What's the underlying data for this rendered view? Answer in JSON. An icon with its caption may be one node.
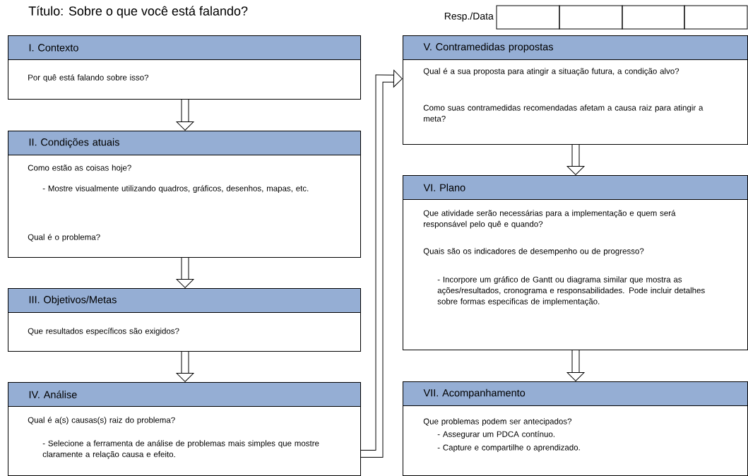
{
  "diagram": {
    "title": "Título: Sobre o que você está falando?",
    "nodes": [
      {
        "text": [
          "I. Contexto",
          "Por quê está falando sobre isso?"
        ]
      },
      {
        "text": [
          "II. Condições atuais",
          "Como estão as coisas hoje?",
          "- Mostre visualmente utilizando quadros, gráficos, desenhos, mapas, etc.",
          "Qual é o problema?"
        ]
      },
      {
        "text": [
          "III. Objetivos/Metas",
          "Que resultados específicos são exigidos?"
        ]
      },
      {
        "text": [
          "IV. Análise",
          "Qual é a(s) causas(s) raiz do problema?",
          "- Selecione a ferramenta de análise de problemas mais simples que mostre claramente a relação causa e efeito."
        ]
      },
      {
        "text": [
          "V. Contramedidas propostas",
          "Qual é a sua proposta para atingir a situação futura, a condição alvo?",
          "Como suas contramedidas recomendadas afetam a causa raiz para atingir a meta?"
        ]
      },
      {
        "text": [
          "VI. Plano",
          "Que atividade serão necessárias para a implementação e quem será responsável pelo quê e quando?",
          "Quais são os indicadores de desempenho ou de progresso?",
          "- Incorpore um gráfico de Gantt ou diagrama similar que mostra as ações/resultados, cronograma e responsabilidades. Pode incluir detalhes sobre formas especificas de implementação."
        ]
      },
      {
        "text": [
          "VII. Acompanhamento",
          "Que problemas podem ser antecipados?",
          "- Assegurar um PDCA contínuo.",
          "- Capture e compartilhe o aprendizado."
        ]
      }
    ],
    "edges": [
      {
        "from": 0,
        "to": 1,
        "arrow": "to"
      },
      {
        "from": 1,
        "to": 2,
        "arrow": "to"
      },
      {
        "from": 2,
        "to": 3,
        "arrow": "to"
      },
      {
        "from": 3,
        "to": 4,
        "arrow": "to"
      },
      {
        "from": 4,
        "to": 5,
        "arrow": "to"
      },
      {
        "from": 5,
        "to": 6,
        "arrow": "to"
      }
    ],
    "labels": [
      "Resp./Data"
    ]
  }
}
